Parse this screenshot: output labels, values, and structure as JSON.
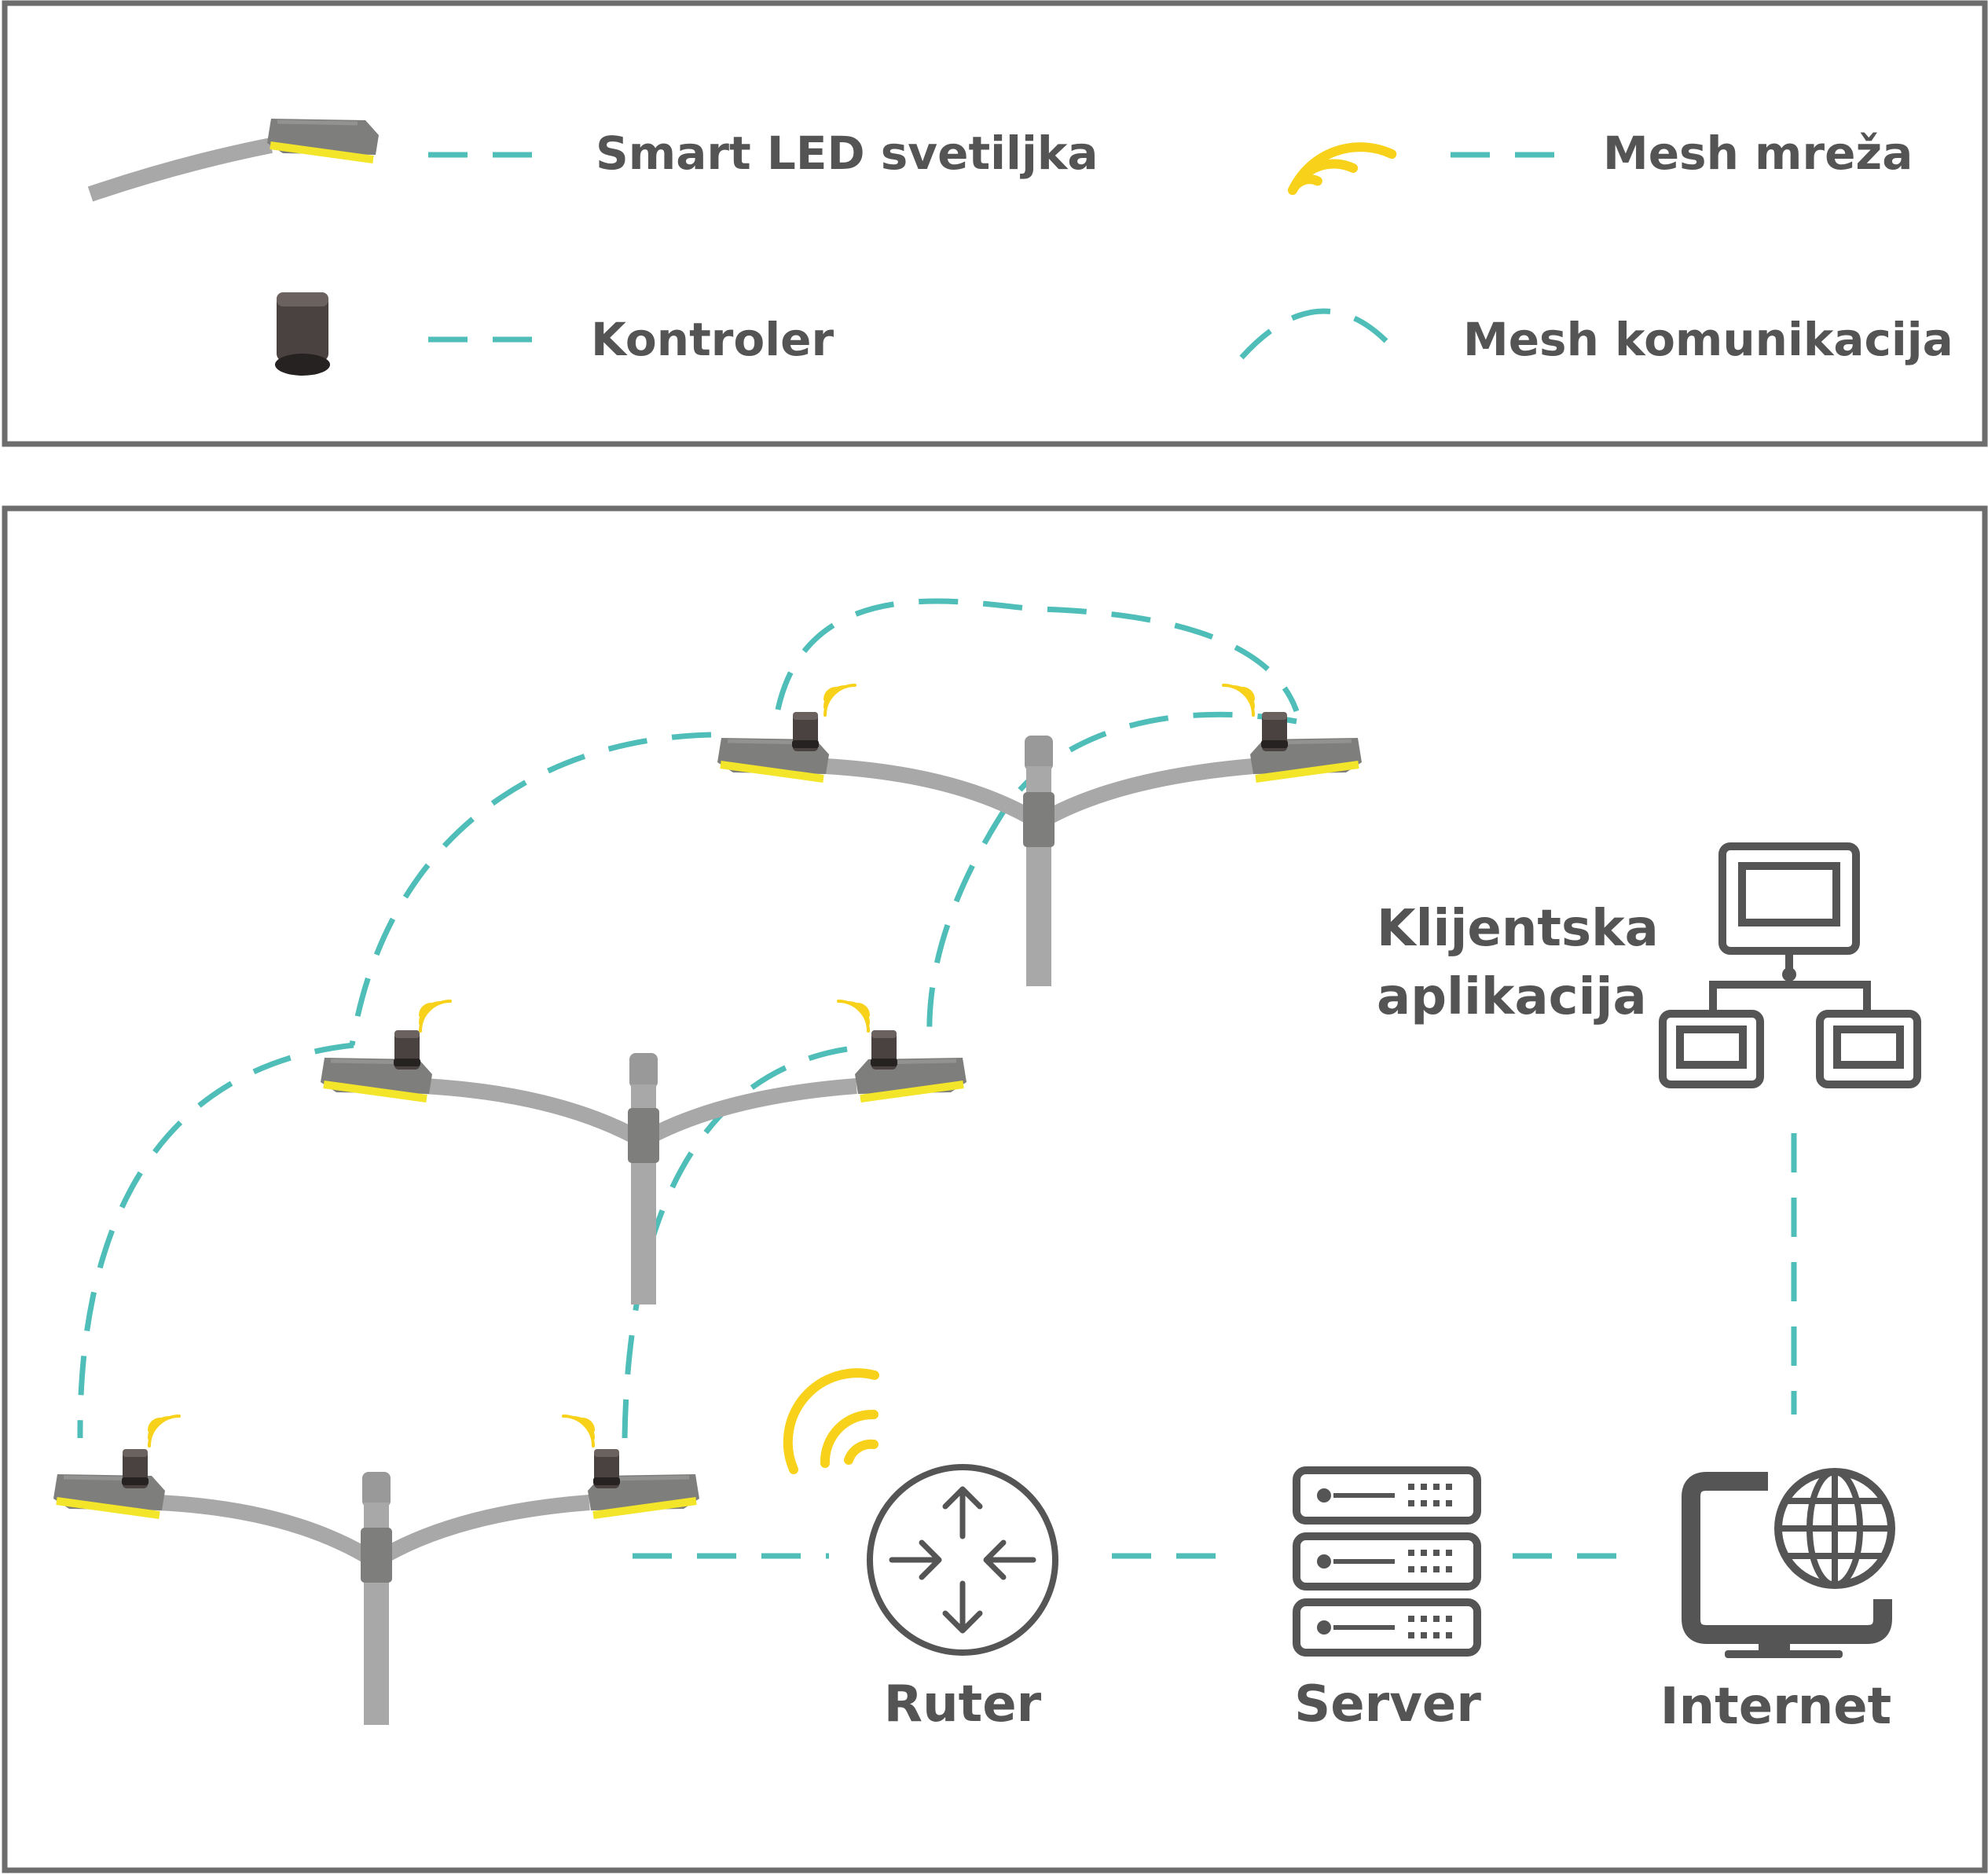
{
  "legend": {
    "luminaire": "Smart LED svetiljka",
    "mesh_network": "Mesh mreža",
    "controller": "Kontroler",
    "mesh_communication": "Mesh komunikacija"
  },
  "nodes": {
    "client_app_line1": "Klijentska",
    "client_app_line2": "aplikacija",
    "router": "Ruter",
    "server": "Server",
    "internet": "Internet"
  },
  "colors": {
    "mesh_link": "#4fbdb8",
    "wireless": "#f8d21a",
    "frame": "#6d6d6d",
    "text": "#545454",
    "luminaire_body": "#7e7e7c",
    "led": "#f2e52a",
    "pole": "#a8a8a8"
  }
}
